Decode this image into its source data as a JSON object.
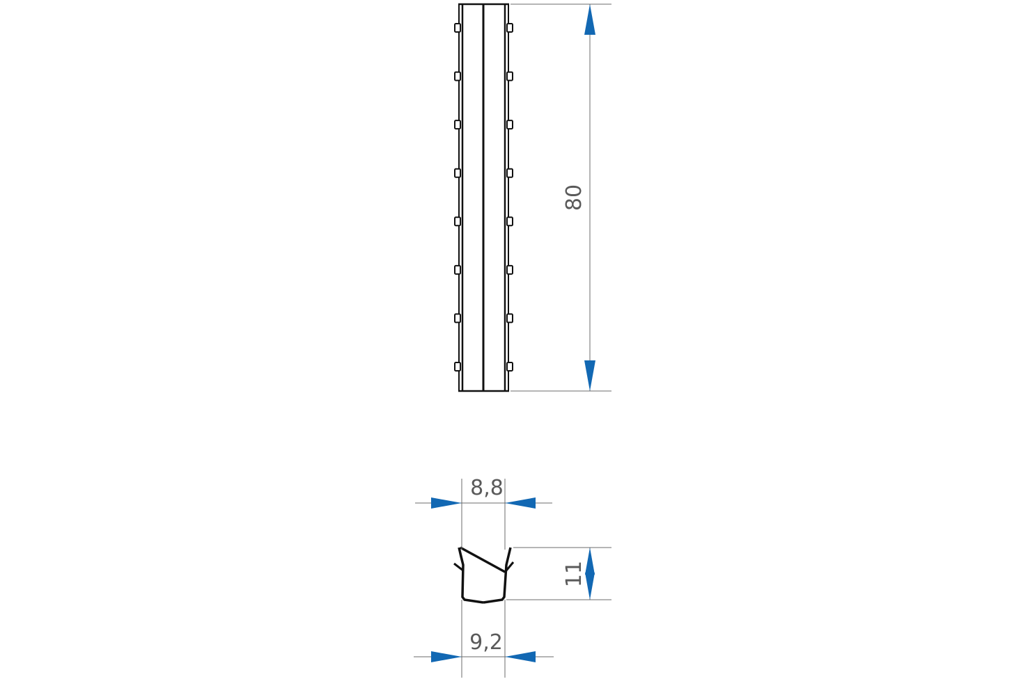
{
  "drawing": {
    "dimensions": {
      "length": "80",
      "top_width": "8,8",
      "bottom_width": "9,2",
      "height": "11"
    },
    "notch_count_per_side": 8,
    "colors": {
      "arrow": "#1268b3",
      "dimension_line": "#6b6b6b",
      "outline": "#111111",
      "dimension_text": "#5a5a5a"
    }
  }
}
